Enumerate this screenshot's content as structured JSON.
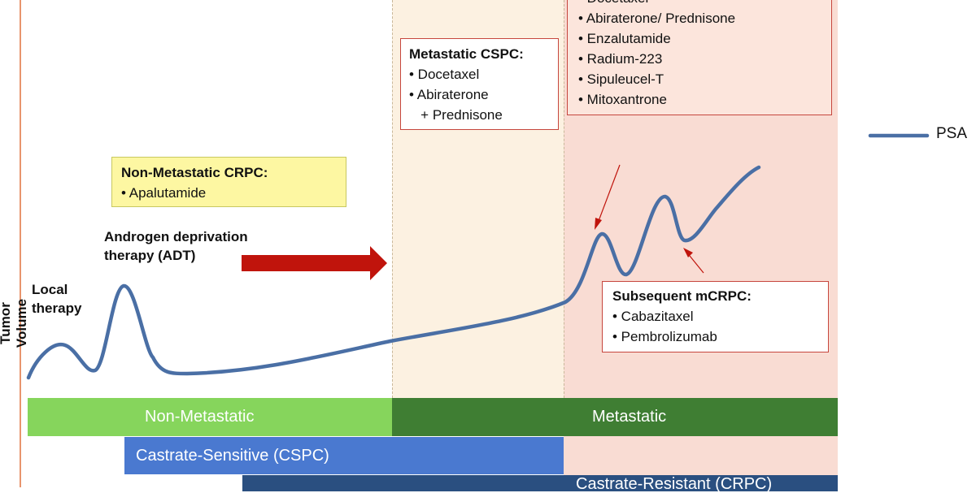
{
  "y_axis_label": "Tumor Volume",
  "legend": {
    "label": "PSA",
    "color": "#4a6fa5"
  },
  "labels": {
    "local_therapy": [
      "Local",
      "therapy"
    ],
    "adt": [
      "Androgen deprivation",
      "therapy (ADT)"
    ]
  },
  "boxes": {
    "nonmet_crpc": {
      "title": "Non-Metastatic CRPC:",
      "items": [
        "• Apalutamide"
      ]
    },
    "met_cspc": {
      "title": "Metastatic CSPC:",
      "items": [
        "• Docetaxel",
        "• Abiraterone",
        "   + Prednisone"
      ]
    },
    "mcrpc_first": {
      "items": [
        "• Docetaxel",
        "• Abiraterone/ Prednisone",
        "• Enzalutamide",
        "• Radium-223",
        "• Sipuleucel-T",
        "• Mitoxantrone"
      ]
    },
    "subsequent": {
      "title": "Subsequent mCRPC:",
      "items": [
        "• Cabazitaxel",
        "• Pembrolizumab"
      ]
    }
  },
  "bars": {
    "non_metastatic": "Non-Metastatic",
    "metastatic": "Metastatic",
    "cspc": "Castrate-Sensitive (CSPC)",
    "crpc": "Castrate-Resistant (CRPC)"
  },
  "colors": {
    "arrow_red": "#c0140c",
    "curve": "#4a6fa5",
    "nonmet_green": "#86d55c",
    "met_green": "#3f7e33",
    "cspc_blue": "#4a79d0",
    "crpc_navy": "#2a4f80"
  }
}
